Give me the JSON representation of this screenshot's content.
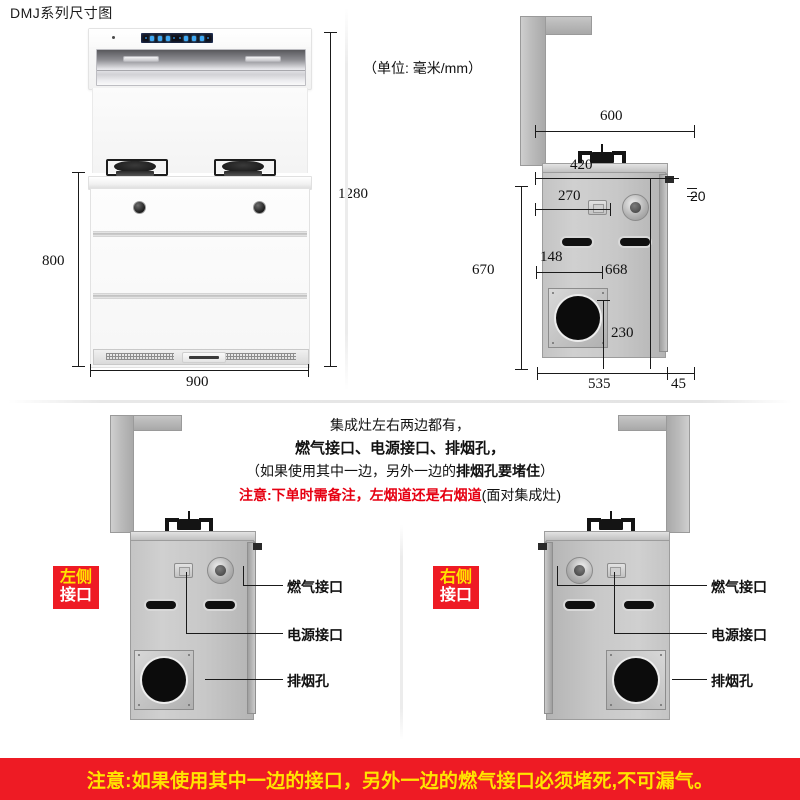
{
  "page": {
    "title": "DMJ系列尺寸图",
    "unit_note": "（单位: 毫米/mm）"
  },
  "front_view": {
    "name": "front-elevation",
    "dimensions": {
      "total_height": "1280",
      "cabinet_height": "800",
      "width": "900"
    }
  },
  "side_view": {
    "name": "side-section",
    "dimensions": {
      "depth_total": "600",
      "counter_depth": "420",
      "socket_offset": "270",
      "ledge": "20",
      "duct_offset": "148",
      "height_to_gas": "668",
      "duct_height": "230",
      "body_depth": "535",
      "rear_gap": "45",
      "body_height": "670"
    }
  },
  "notes": {
    "line1": "集成灶左右两边都有，",
    "line2": "燃气接口、电源接口、排烟孔，",
    "line3_a": "（如果使用其中一边，另外一边的",
    "line3_b": "排烟孔要堵住",
    "line3_c": "）",
    "line4_a": "注意:下单时需备注，左烟道还是右烟道",
    "line4_b": "(面对集成灶)"
  },
  "left_panel": {
    "badge_top": "左侧",
    "badge_bottom": "接口",
    "labels": {
      "gas": "燃气接口",
      "power": "电源接口",
      "exhaust": "排烟孔"
    }
  },
  "right_panel": {
    "badge_top": "右侧",
    "badge_bottom": "接口",
    "labels": {
      "gas": "燃气接口",
      "power": "电源接口",
      "exhaust": "排烟孔"
    }
  },
  "warning": {
    "text": "注意:如果使用其中一边的接口，另外一边的燃气接口必须堵死,不可漏气。"
  },
  "colors": {
    "alert_red": "#ee1b24",
    "alert_yellow": "#ffe400",
    "text_red": "#e60012",
    "metal_grey": "#c4c4c4"
  }
}
